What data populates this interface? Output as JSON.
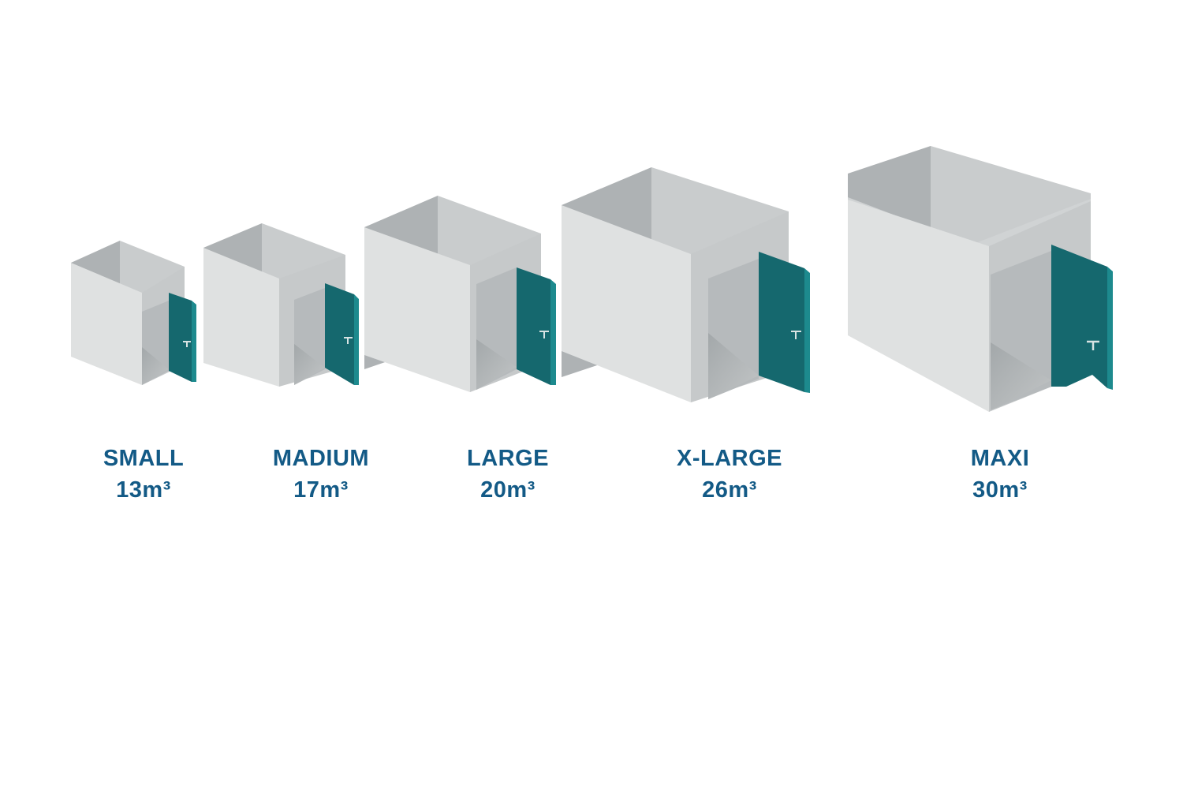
{
  "colors": {
    "box_face_light": "#dfe1e1",
    "box_face_mid": "#c9cccd",
    "box_face_dark": "#aeb2b4",
    "door": "#15686e",
    "door_edge": "#1d8a8e",
    "label_text": "#135a86"
  },
  "units": [
    {
      "name": "SMALL",
      "volume": "13m³"
    },
    {
      "name": "MADIUM",
      "volume": "17m³"
    },
    {
      "name": "LARGE",
      "volume": "20m³"
    },
    {
      "name": "X-LARGE",
      "volume": "26m³"
    },
    {
      "name": "MAXI",
      "volume": "30m³"
    }
  ]
}
